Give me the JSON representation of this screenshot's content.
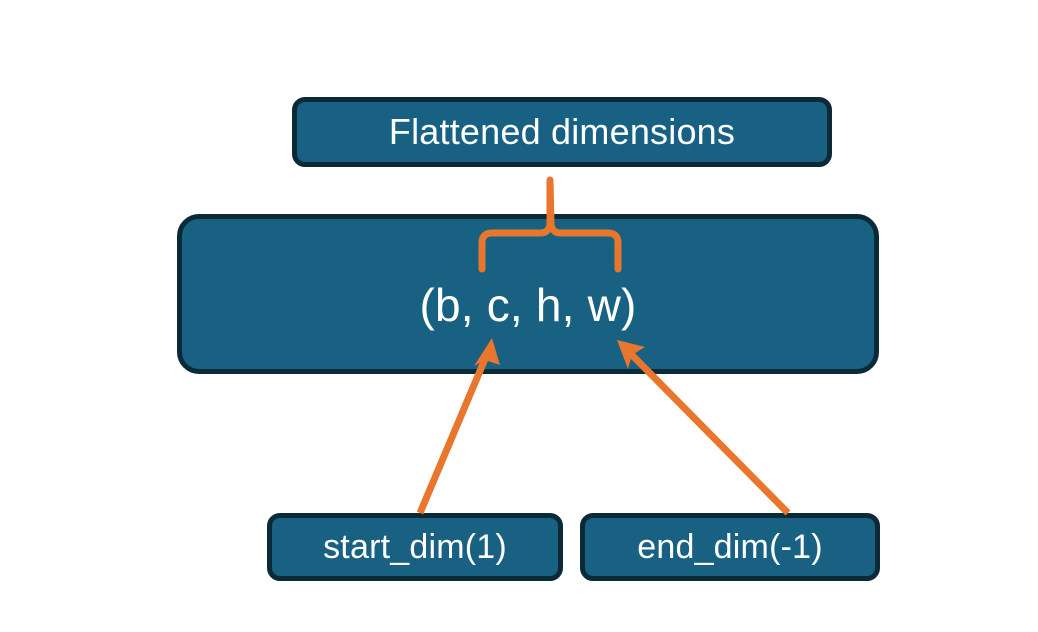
{
  "diagram": {
    "title_node": {
      "label": "Flattened dimensions",
      "name": "flattened-dimensions-box"
    },
    "shape_node": {
      "label": "(b, c, h, w)",
      "name": "tensor-shape-box"
    },
    "start_node": {
      "label": "start_dim(1)",
      "name": "start-dim-box"
    },
    "end_node": {
      "label": "end_dim(-1)",
      "name": "end-dim-box"
    },
    "connectors": {
      "brace_label": "curly-brace-spanning-c-to-w",
      "start_arrow_label": "arrow-start-dim-to-c",
      "end_arrow_label": "arrow-end-dim-to-w"
    },
    "colors": {
      "box_fill": "#186182",
      "box_border": "#0b2a38",
      "box_text": "#ffffff",
      "accent_orange": "#e8762c",
      "background": "#ffffff"
    }
  }
}
